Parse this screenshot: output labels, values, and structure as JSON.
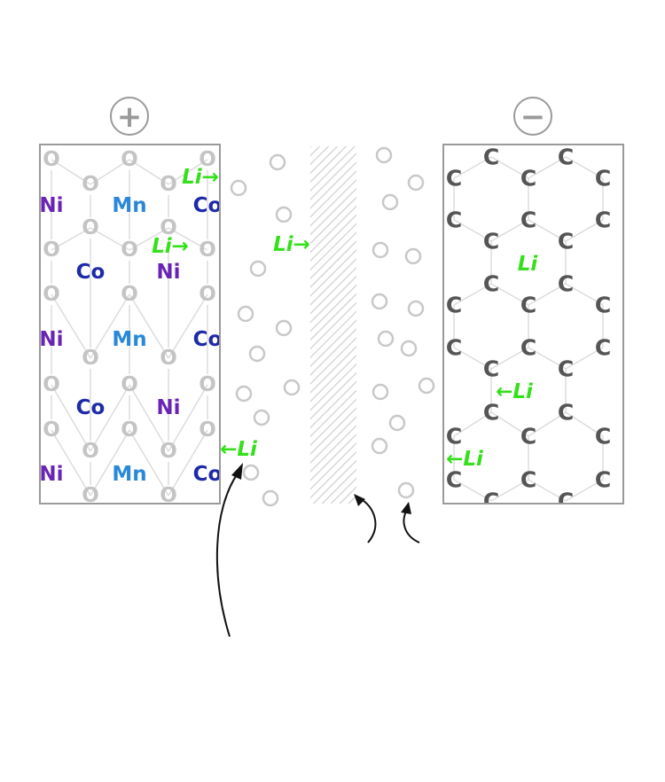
{
  "terminals": {
    "positive_symbol": "+",
    "negative_symbol": "−"
  },
  "cathode": {
    "oxygen_label": "O",
    "lattice_rows": [
      [
        "Ni",
        "Mn",
        "Co"
      ],
      [
        "Co",
        "Ni"
      ],
      [
        "Ni",
        "Mn",
        "Co"
      ],
      [
        "Co",
        "Ni"
      ],
      [
        "Ni",
        "Mn",
        "Co"
      ]
    ]
  },
  "anode": {
    "carbon_label": "C"
  },
  "lithium": {
    "label": "Li",
    "arrow_right": "→",
    "arrow_left": "←"
  },
  "colors": {
    "lithium": "#33e01a",
    "nickel": "#6a24b3",
    "manganese": "#2b88d8",
    "cobalt": "#1f2aa8",
    "carbon": "#555555",
    "oxygen": "#c4c4c4",
    "frame": "#9a9a9a",
    "separator_hatch": "#d0d0d0"
  },
  "icons": {
    "positive": "plus-circle-icon",
    "negative": "minus-circle-icon"
  }
}
